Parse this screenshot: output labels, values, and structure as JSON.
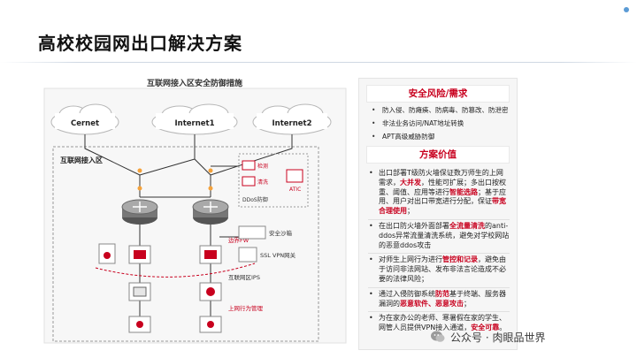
{
  "page": {
    "title": "高校校园网出口解决方案"
  },
  "diagram": {
    "title": "互联网接入区安全防御措施",
    "zone_label": "互联网接入区",
    "clouds": [
      "Cernet",
      "Internet1",
      "Internet2"
    ],
    "labels": {
      "detect": "检测",
      "clean": "清洗",
      "ddos": "DDoS防御",
      "atic": "ATIC",
      "sandbox": "安全沙箱",
      "edge_fw": "边界FW",
      "ssl_vpn": "SSL VPN网关",
      "ips": "互联网区IPS",
      "behavior": "上网行为管理"
    }
  },
  "panel": {
    "risk_title": "安全风险/需求",
    "risks": [
      "防入侵、防瘫痪、防病毒、防篡改、防泄密",
      "非法业务访问/NAT地址转换",
      "APT高级威胁防御"
    ],
    "value_title": "方案价值",
    "values": [
      [
        {
          "t": "出口部署T级防火墙保证数万师生的上网需求，"
        },
        {
          "t": "大并发",
          "h": true
        },
        {
          "t": "，性能可扩展；多出口按权重、阈值、应用等进行"
        },
        {
          "t": "智能选路",
          "h": true
        },
        {
          "t": "；基于应用、用户对出口带宽进行分配，保证"
        },
        {
          "t": "带宽合理使用",
          "h": true
        },
        {
          "t": "；"
        }
      ],
      [
        {
          "t": "在出口防火墙外面部署"
        },
        {
          "t": "全流量清洗",
          "h": true
        },
        {
          "t": "的anti-ddos异常流量清洗系统，避免对学校网站的恶意ddos攻击"
        }
      ],
      [
        {
          "t": "对师生上网行为进行"
        },
        {
          "t": "管控和记录",
          "h": true
        },
        {
          "t": "，避免由于访问非法网站、发布非法言论造成不必要的法律风险；"
        }
      ],
      [
        {
          "t": "通过入侵防御系统"
        },
        {
          "t": "防范",
          "h": true
        },
        {
          "t": "基于终端、服务器漏洞的"
        },
        {
          "t": "恶意软件、恶意攻击",
          "h": true
        },
        {
          "t": "；"
        }
      ],
      [
        {
          "t": "为在家办公的老师、寒暑假在家的学生、网管人员提供VPN接入通道，"
        },
        {
          "t": "安全可靠",
          "h": true
        },
        {
          "t": "。"
        }
      ]
    ]
  },
  "watermark": {
    "text": "公众号 · 肉眼品世界"
  },
  "colors": {
    "accent_red": "#c8001e",
    "title_blue": "#2f5597"
  }
}
